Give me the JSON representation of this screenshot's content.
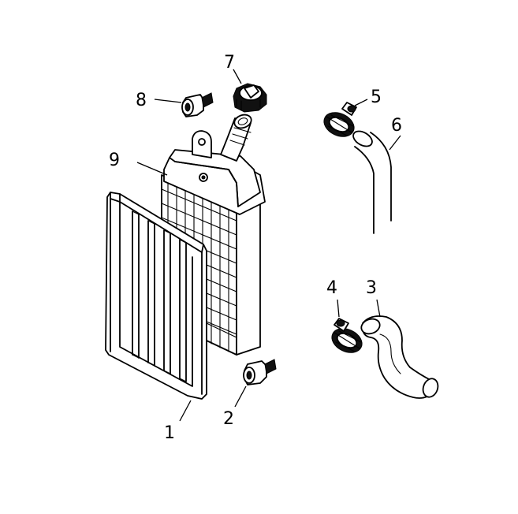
{
  "diagram": {
    "type": "exploded-parts-view",
    "parts": [
      {
        "id": "frame-guard",
        "callout": "1"
      },
      {
        "id": "mount-bushing-lower",
        "callout": "2"
      },
      {
        "id": "lower-hose",
        "callout": "3"
      },
      {
        "id": "lower-hose-clamp",
        "callout": "4"
      },
      {
        "id": "upper-hose-clamp",
        "callout": "5"
      },
      {
        "id": "upper-hose",
        "callout": "6"
      },
      {
        "id": "radiator-cap",
        "callout": "7"
      },
      {
        "id": "mount-bushing-upper",
        "callout": "8"
      },
      {
        "id": "radiator",
        "callout": "9"
      }
    ]
  }
}
